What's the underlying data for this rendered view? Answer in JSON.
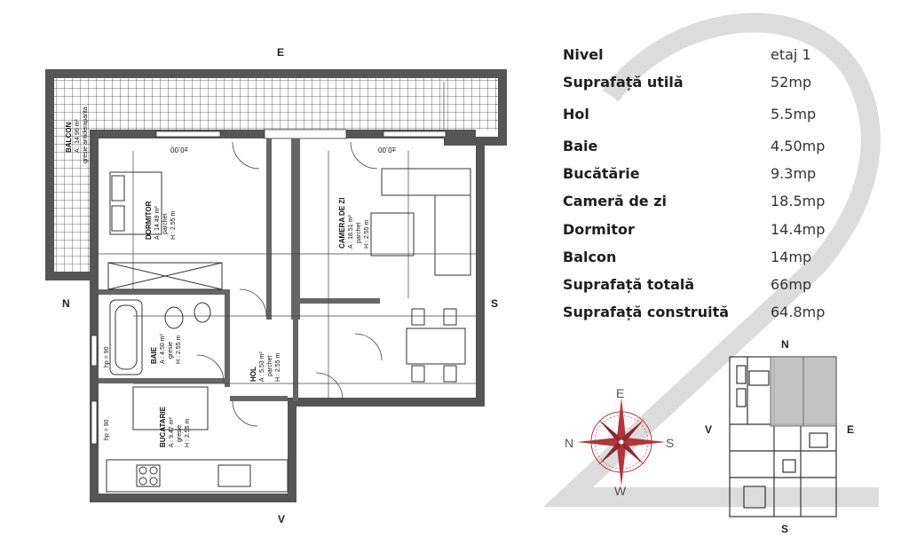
{
  "directions": {
    "north": "N",
    "south": "S",
    "east": "E",
    "west": "V"
  },
  "rooms": [
    {
      "key": "balcon",
      "name": "BALCON",
      "area": "A : 14.96  m²",
      "floor": "gresie antiderapanta"
    },
    {
      "key": "dormitor",
      "name": "DORMITOR",
      "area": "A : 14.49  m²",
      "floor": "parchet",
      "height": "H : 2.55  m"
    },
    {
      "key": "camera",
      "name": "CAMERA   DE ZI",
      "area": "A : 18.51  m²",
      "floor": "parchet",
      "height": "H : 2.55  m"
    },
    {
      "key": "baie",
      "name": "BAIE",
      "area": "A : 4.50  m²",
      "floor": "gresie",
      "height": "H : 2.55  m"
    },
    {
      "key": "hol",
      "name": "HOL",
      "area": "A : 5.53  m²",
      "floor": "parchet",
      "height": "H : 2.55  m"
    },
    {
      "key": "bucatarie",
      "name": "BUCATARIE",
      "area": "A : 9.47  m²",
      "floor": "gresie",
      "height": "H : 2.55  m"
    }
  ],
  "plan_marks": {
    "level_left": "±0,00",
    "level_right": "±0,00",
    "hp1": "hp = 90",
    "hp2": "hp = 90"
  },
  "specs": [
    {
      "label": "Nivel",
      "value": "etaj 1"
    },
    {
      "label": "Suprafață utilă",
      "value": "52mp"
    },
    {
      "label": "Hol",
      "value": "5.5mp"
    },
    {
      "label": "Baie",
      "value": "4.50mp"
    },
    {
      "label": "Bucătărie",
      "value": "9.3mp"
    },
    {
      "label": "Cameră de zi",
      "value": "18.5mp"
    },
    {
      "label": "Dormitor",
      "value": "14.4mp"
    },
    {
      "label": "Balcon",
      "value": "14mp"
    },
    {
      "label": "Suprafață totală",
      "value": "66mp"
    },
    {
      "label": "Suprafață construită",
      "value": "64.8mp"
    }
  ],
  "compass": {
    "n": "N",
    "s": "S",
    "e": "E",
    "w": "W"
  },
  "key_plan": {
    "n": "N",
    "s": "S",
    "e": "E",
    "v": "V"
  },
  "big_number": "2",
  "colors": {
    "wall": "#555555",
    "compass_red": "#b5333b",
    "highlight": "#bcbcbc",
    "watermark": "#d9d9d9"
  }
}
